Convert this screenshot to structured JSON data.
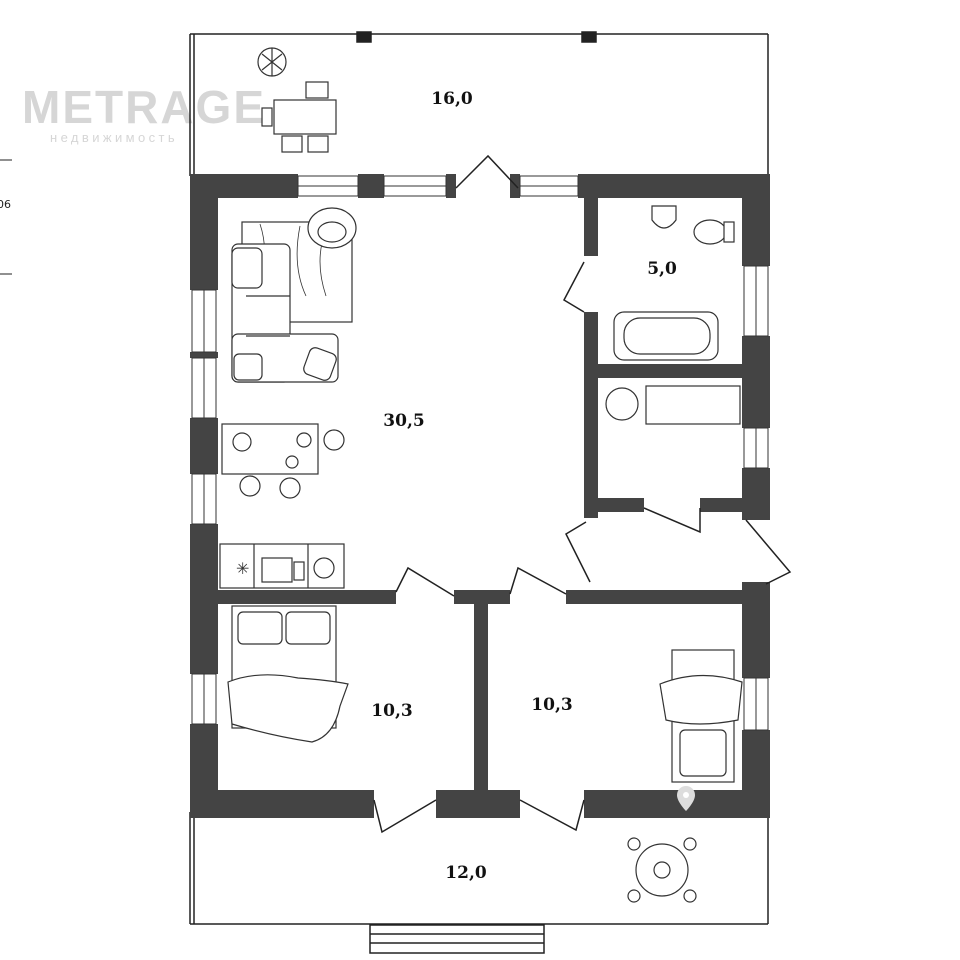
{
  "watermark": {
    "title": "METRAGE",
    "subtitle": "недвижимость"
  },
  "edge_text": "06",
  "rooms": {
    "terrace_top": "16,0",
    "living_room": "30,5",
    "bathroom": "5,0",
    "bedroom_left": "10,3",
    "bedroom_right": "10,3",
    "terrace_bottom": "12,0"
  },
  "colors": {
    "wall": "#444444",
    "line": "#222222",
    "watermark": "#d6d6d6"
  }
}
